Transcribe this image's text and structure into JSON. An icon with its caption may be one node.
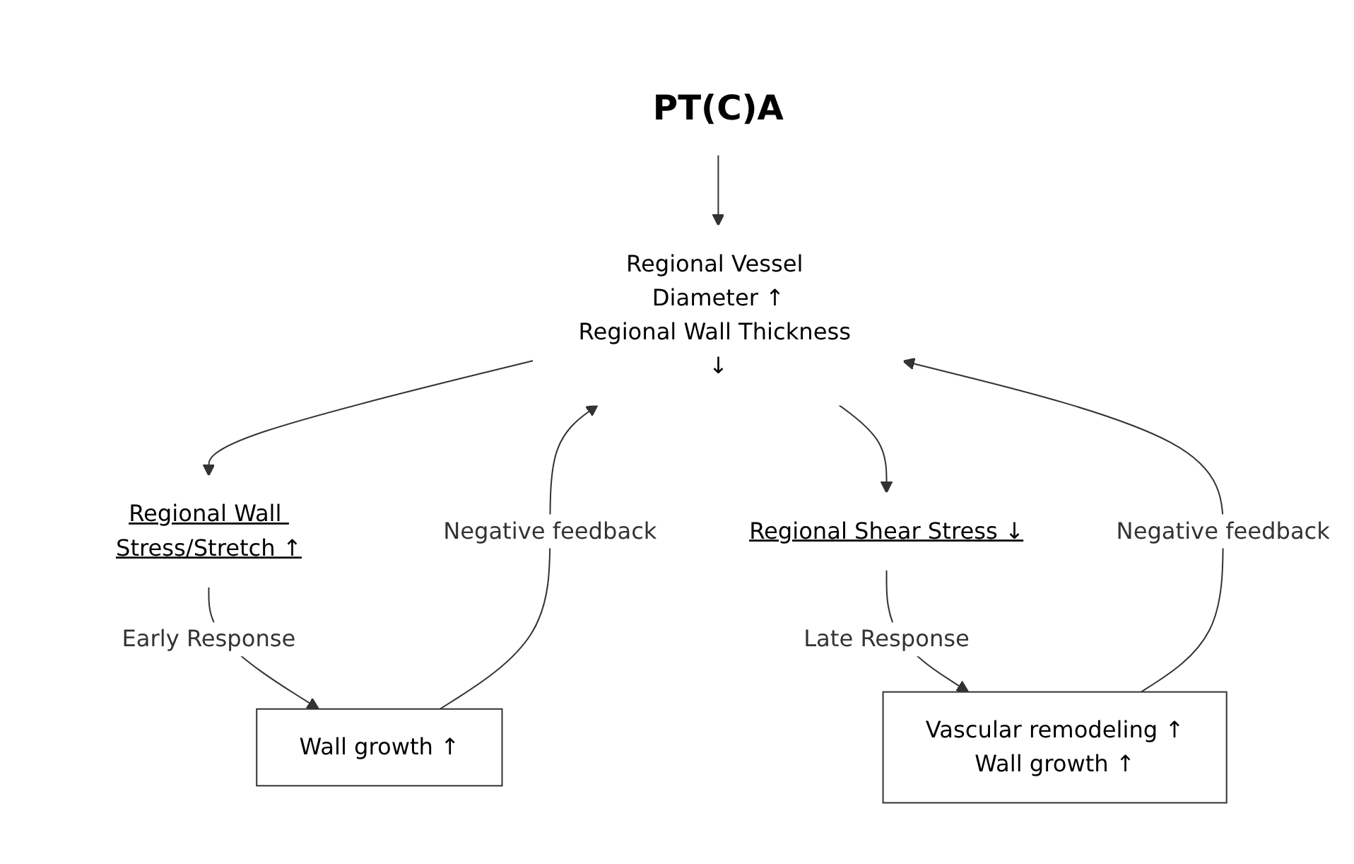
{
  "diagram": {
    "nodes": [
      {
        "text": [
          "PT(C)A"
        ]
      },
      {
        "text": [
          "Regional Vessel Diameter ↑",
          "Regional Wall Thickness ↓"
        ]
      },
      {
        "text": [
          "Regional Wall Stress/Stretch ↑"
        ]
      },
      {
        "text": [
          "Regional Shear Stress ↓"
        ]
      },
      {
        "text": [
          "Wall growth ↑"
        ]
      },
      {
        "text": [
          "Vascular remodeling ↑",
          "Wall growth ↑"
        ]
      }
    ],
    "edges": [
      {
        "from": 0,
        "to": 1,
        "arrow": "to"
      },
      {
        "from": 1,
        "to": 2,
        "arrow": "to"
      },
      {
        "from": 1,
        "to": 3,
        "arrow": "to"
      },
      {
        "from": 2,
        "to": 4,
        "arrow": "to",
        "label": "Early Response"
      },
      {
        "from": 3,
        "to": 5,
        "arrow": "to",
        "label": "Late Response"
      },
      {
        "from": 4,
        "to": 1,
        "arrow": "to",
        "label": "Negative feedback"
      },
      {
        "from": 5,
        "to": 1,
        "arrow": "to",
        "label": "Negative feedback"
      }
    ]
  }
}
